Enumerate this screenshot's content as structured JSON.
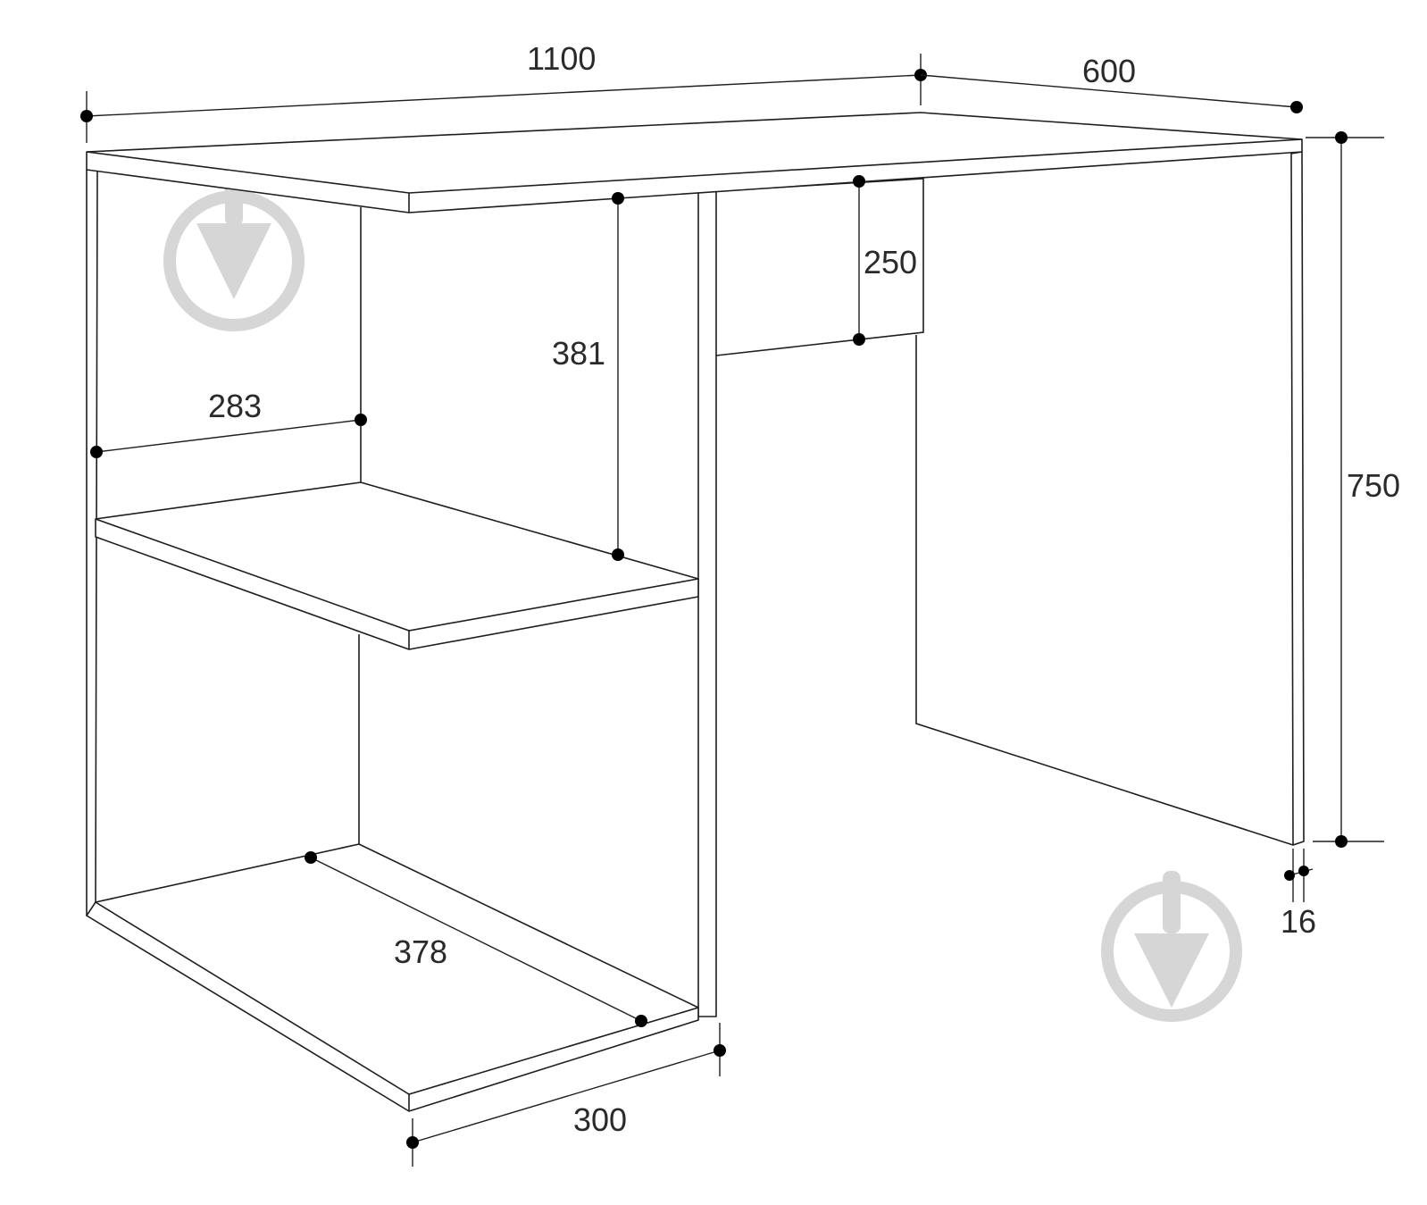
{
  "drawing": {
    "subject": "desk with side shelves",
    "stroke_color": "#1e1e1e",
    "dot_color": "#000000",
    "text_color": "#2a2a2a",
    "watermark_color": "#d6d6d6"
  },
  "dimensions": {
    "overall_width": "1100",
    "depth": "600",
    "height": "750",
    "panel_thickness": "16",
    "apron_height": "250",
    "upper_shelf_clearance": "381",
    "upper_shelf_width": "283",
    "lower_shelf_depth": "378",
    "shelf_unit_width": "300"
  },
  "watermarks": [
    {
      "icon": "download-arrow-icon"
    },
    {
      "icon": "download-arrow-icon"
    }
  ]
}
